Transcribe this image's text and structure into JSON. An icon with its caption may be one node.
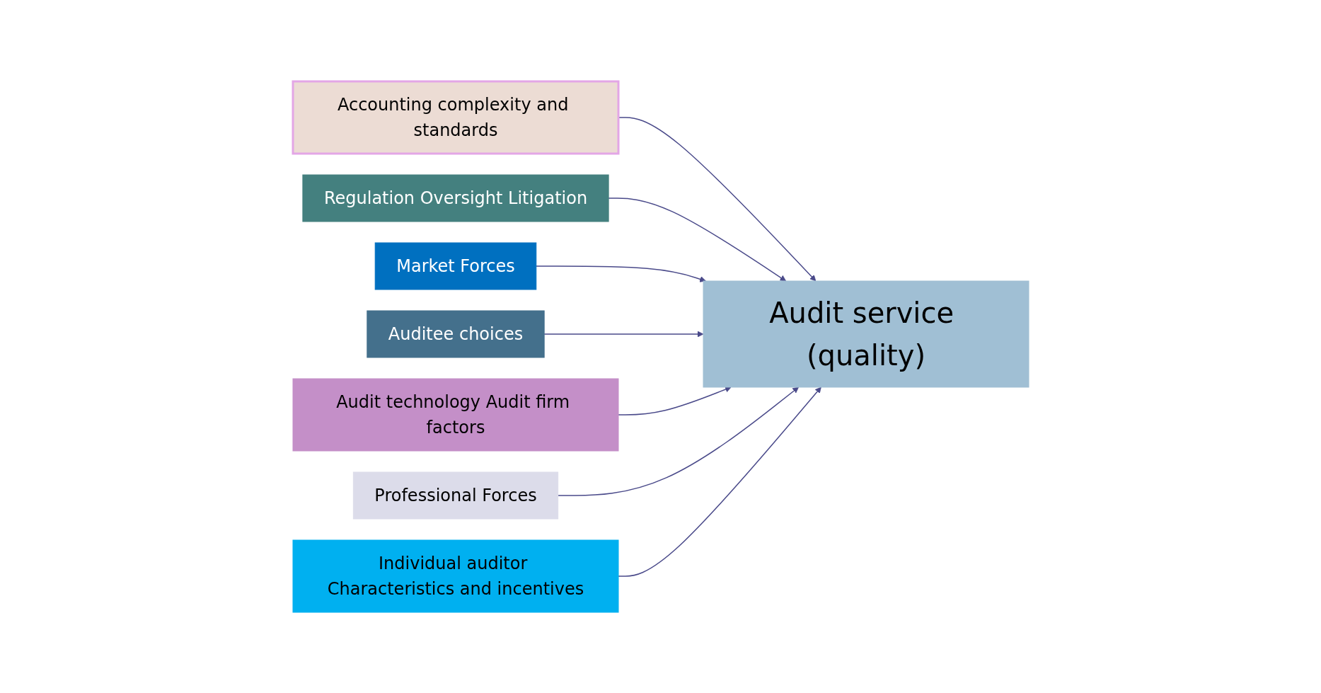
{
  "diagram": {
    "nodes": [
      {
        "text": [
          "Accounting complexity and standards"
        ]
      },
      {
        "text": [
          "Regulation Oversight Litigation"
        ]
      },
      {
        "text": [
          "Market Forces"
        ]
      },
      {
        "text": [
          "Audit service (quality)"
        ]
      },
      {
        "text": [
          "Auditee choices"
        ]
      },
      {
        "text": [
          "Audit technology Audit firm factors"
        ]
      },
      {
        "text": [
          "Professional Forces"
        ]
      },
      {
        "text": [
          "Individual auditor Characteristics and incentives"
        ]
      }
    ],
    "edges": [
      {
        "from": 0,
        "to": 3,
        "arrow": "to"
      },
      {
        "from": 1,
        "to": 3,
        "arrow": "to"
      },
      {
        "from": 2,
        "to": 3,
        "arrow": "to"
      },
      {
        "from": 4,
        "to": 3,
        "arrow": "to"
      },
      {
        "from": 5,
        "to": 3,
        "arrow": "to"
      },
      {
        "from": 6,
        "to": 3,
        "arrow": "to"
      },
      {
        "from": 7,
        "to": 3,
        "arrow": "to"
      }
    ]
  }
}
